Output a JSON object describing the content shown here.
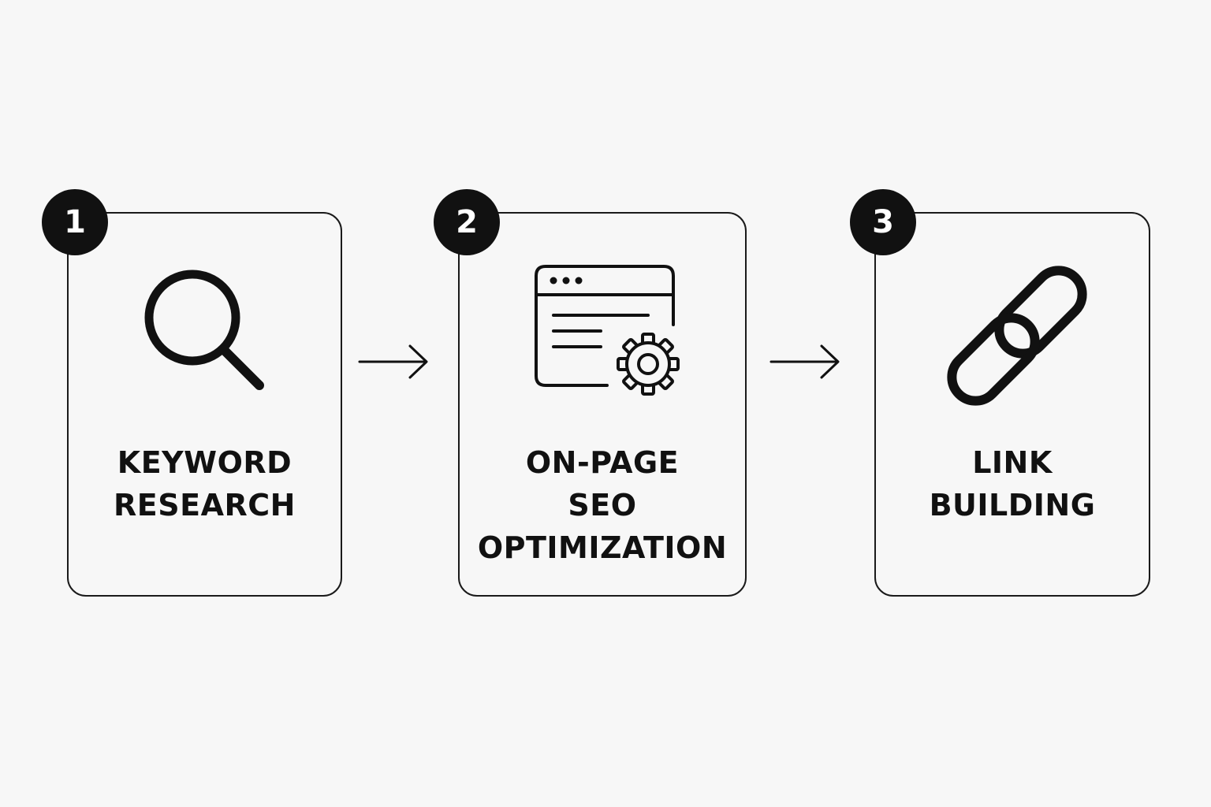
{
  "steps": [
    {
      "number": "1",
      "label_lines": [
        "KEYWORD",
        "RESEARCH"
      ],
      "icon": "magnifying-glass-icon"
    },
    {
      "number": "2",
      "label_lines": [
        "ON-PAGE",
        "SEO",
        "OPTIMIZATION"
      ],
      "icon": "browser-gear-icon"
    },
    {
      "number": "3",
      "label_lines": [
        "LINK",
        "BUILDING"
      ],
      "icon": "chain-link-icon"
    }
  ],
  "colors": {
    "background": "#f7f7f7",
    "stroke": "#1a1a1a",
    "badge_fill": "#111111",
    "badge_text": "#ffffff"
  }
}
